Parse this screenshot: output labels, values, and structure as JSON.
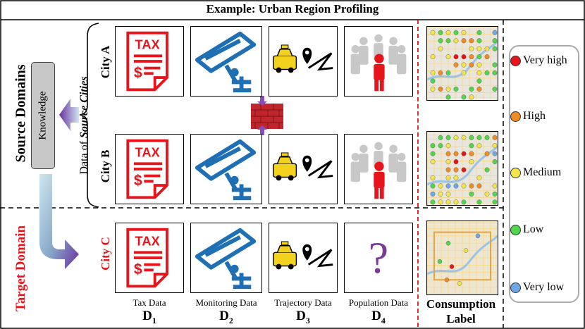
{
  "title": "Example: Urban Region Profiling",
  "source_domains_label": "Source Domains",
  "target_domain_label": "Target Domain",
  "knowledge_label": "Knowledge",
  "data_of_source_cities": {
    "prefix": "Data of ",
    "emphasis": "Source Cities"
  },
  "cities": {
    "a": "City A",
    "b": "City B",
    "c": "City C"
  },
  "tax_text": "TAX",
  "question_mark": "?",
  "columns": [
    {
      "caption": "Tax Data",
      "code": "D",
      "sub": "1"
    },
    {
      "caption": "Monitoring Data",
      "code": "D",
      "sub": "2"
    },
    {
      "caption": "Trajectory Data",
      "code": "D",
      "sub": "3"
    },
    {
      "caption": "Population Data",
      "code": "D",
      "sub": "4"
    }
  ],
  "consumption_label": {
    "line1": "Consumption",
    "line2": "Label"
  },
  "legend": [
    {
      "label": "Very high",
      "color": "#e8141c"
    },
    {
      "label": "High",
      "color": "#f08c28"
    },
    {
      "label": "Medium",
      "color": "#f2e64a"
    },
    {
      "label": "Low",
      "color": "#4fd64a"
    },
    {
      "label": "Very low",
      "color": "#6ea8e6"
    }
  ],
  "colors": {
    "target_red": "#e8141c",
    "icon_blue": "#1f6fb4",
    "arrow_purple": "#6a2fa0",
    "divider_red": "#e8141c"
  }
}
